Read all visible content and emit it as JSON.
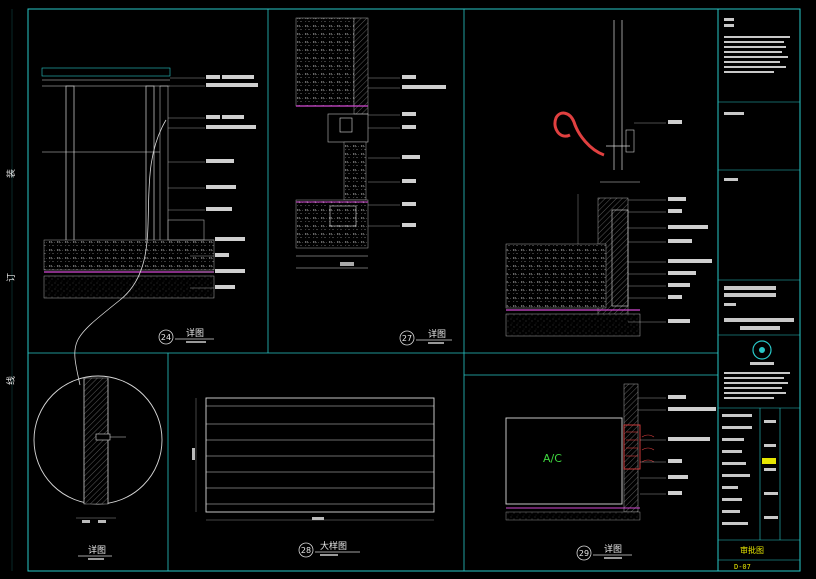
{
  "details": {
    "d24": {
      "number": "24",
      "title": "详图"
    },
    "d27": {
      "number": "27",
      "title": "详图"
    },
    "d28": {
      "number": "28",
      "title": "大样图"
    },
    "d29": {
      "number": "29",
      "title": "详图"
    },
    "circle_detail": {
      "title": "详图"
    }
  },
  "equipment": {
    "ac_label": "A/C"
  },
  "title_block": {
    "stamp_text": "审批图",
    "drawing_no": "D-07"
  },
  "colors": {
    "background": "#000000",
    "frame": "#29c7c7",
    "line": "#d9d9d9",
    "accent": "#d24ad2",
    "stamp": "#e6e600"
  }
}
